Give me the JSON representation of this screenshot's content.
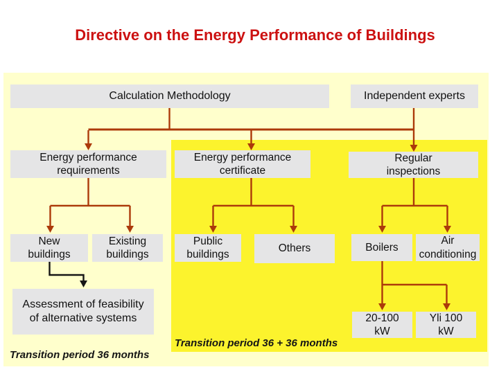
{
  "slide": {
    "title": "Directive on the Energy Performance of Buildings"
  },
  "colors": {
    "title_red": "#CC1111",
    "arrow_brown": "#AC3A0A",
    "panel_yellow": "#FFFFCC",
    "highlight_yellow": "#FCF32D",
    "box_gray": "#E5E5E6",
    "text_dark": "#151515",
    "black_arrow": "#151515"
  },
  "nodes": {
    "calculation_methodology": "Calculation Methodology",
    "independent_experts": "Independent experts",
    "energy_performance_requirements": "Energy performance\nrequirements",
    "energy_performance_certificate": "Energy performance\ncertificate",
    "regular_inspections": "Regular\ninspections",
    "new_buildings": "New\nbuildings",
    "existing_buildings": "Existing\nbuildings",
    "public_buildings": "Public\nbuildings",
    "others": "Others",
    "boilers": "Boilers",
    "air_conditioning": "Air\nconditioning",
    "assessment_alternative_systems": "Assessment of feasibility\nof alternative systems",
    "boilers_20_100_kw": "20-100\nkW",
    "boilers_over_100_kw": "Yli 100\nkW"
  },
  "captions": {
    "transition_new_buildings": "Transition period 36 months",
    "transition_inspections": "Transition period 36 + 36 months"
  }
}
